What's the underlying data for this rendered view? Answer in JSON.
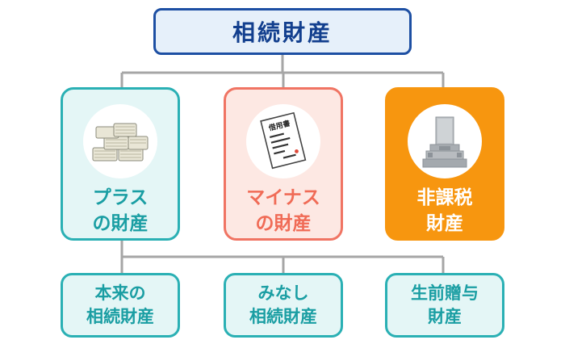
{
  "root": {
    "label": "相続財産"
  },
  "categories": [
    {
      "line1": "プラス",
      "line2": "の財産",
      "icon": "money-stacks-icon"
    },
    {
      "line1": "マイナス",
      "line2": "の財産",
      "icon": "loan-document-icon",
      "icon_text": "借用書"
    },
    {
      "line1": "非課税",
      "line2": "財産",
      "icon": "gravestone-icon"
    }
  ],
  "sub_items": [
    {
      "line1": "本来の",
      "line2": "相続財産"
    },
    {
      "line1": "みなし",
      "line2": "相続財産"
    },
    {
      "line1": "生前贈与",
      "line2": "財産"
    }
  ],
  "colors": {
    "root_border": "#1d4fa3",
    "root_fill": "#e6f0fa",
    "teal": "#2ab0b4",
    "teal_fill": "#e4f6f6",
    "coral": "#f07463",
    "coral_fill": "#fde8e3",
    "orange": "#f7960f",
    "connector": "#a6a6a6"
  }
}
